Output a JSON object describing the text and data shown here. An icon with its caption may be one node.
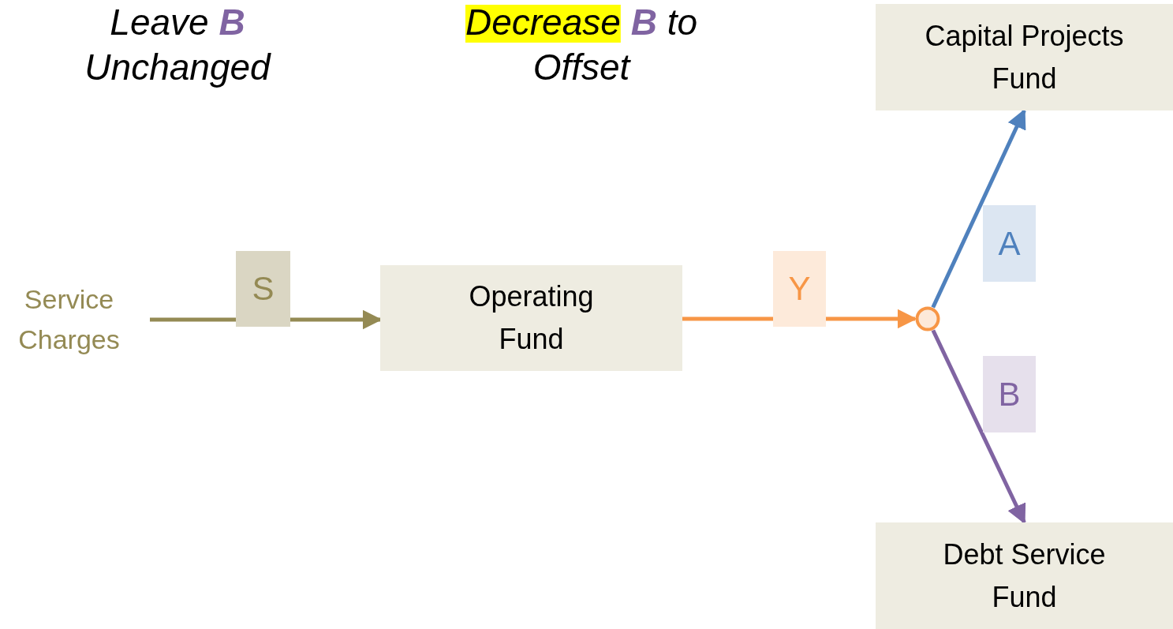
{
  "diagram": {
    "nodes": [
      {
        "text": [
          "Service Charges"
        ]
      },
      {
        "text": [
          "Operating Fund"
        ]
      },
      {
        "text": [],
        "shape": "circle"
      },
      {
        "text": [
          "Capital Projects Fund"
        ]
      },
      {
        "text": [
          "Debt Service Fund"
        ]
      }
    ],
    "edges": [
      {
        "from": 0,
        "to": 1,
        "arrow": "to",
        "label": "S",
        "color": "#948a54"
      },
      {
        "from": 1,
        "to": 2,
        "arrow": "to",
        "label": "Y",
        "color": "#f79646"
      },
      {
        "from": 2,
        "to": 3,
        "arrow": "to",
        "label": "A",
        "color": "#4f81bd"
      },
      {
        "from": 2,
        "to": 4,
        "arrow": "to",
        "label": "B",
        "color": "#8064a2"
      }
    ],
    "labels": [
      "Leave **B** Unchanged",
      "Decrease **B** to Offset"
    ]
  }
}
